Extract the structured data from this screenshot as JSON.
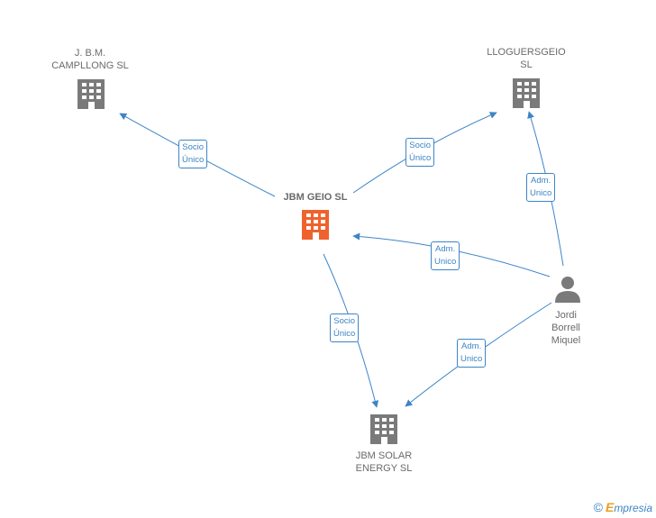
{
  "nodes": {
    "jbm_camplong": {
      "label": "J. B.M.\nCAMPLLONG SL",
      "type": "company"
    },
    "lloguersgeio": {
      "label": "LLOGUERSGEIO\nSL",
      "type": "company"
    },
    "jbm_geio": {
      "label": "JBM GEIO  SL",
      "type": "company-main"
    },
    "jbm_solar": {
      "label": "JBM SOLAR\nENERGY  SL",
      "type": "company"
    },
    "jordi": {
      "label": "Jordi\nBorrell\nMiquel",
      "type": "person"
    }
  },
  "edges": {
    "e1": {
      "label": "Socio\nÚnico"
    },
    "e2": {
      "label": "Socio\nÚnico"
    },
    "e3": {
      "label": "Adm.\nUnico"
    },
    "e4": {
      "label": "Adm.\nUnico"
    },
    "e5": {
      "label": "Socio\nÚnico"
    },
    "e6": {
      "label": "Adm.\nUnico"
    }
  },
  "colors": {
    "edge": "#3d85c6",
    "company": "#7a7a7a",
    "main": "#f0622d",
    "person": "#7a7a7a"
  },
  "footer": {
    "copyright": "©",
    "brand_e": "E",
    "brand_rest": "mpresia"
  }
}
